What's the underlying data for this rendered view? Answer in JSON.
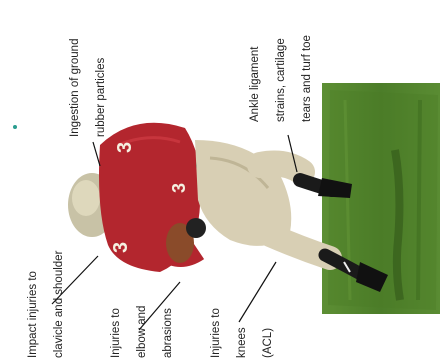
{
  "labels": {
    "rubber_particles": [
      "Ingestion of ground",
      "rubber particles"
    ],
    "ankle": [
      "Ankle ligament",
      "strains, cartilage",
      "tears and turf toe"
    ],
    "shoulder": [
      "Impact injuries to",
      "clavicle and shoulder"
    ],
    "elbow": [
      "Injuries to",
      "elbow and",
      "abrasions"
    ],
    "knees": [
      "Injuries to",
      "knees",
      "(ACL)"
    ]
  },
  "colors": {
    "jersey": "#b3262e",
    "pants": "#d8cfb4",
    "helmet": "#c8c2a6",
    "grass": "#4f7f2a",
    "grass_dark": "#2f5417",
    "leader": "#111111"
  }
}
